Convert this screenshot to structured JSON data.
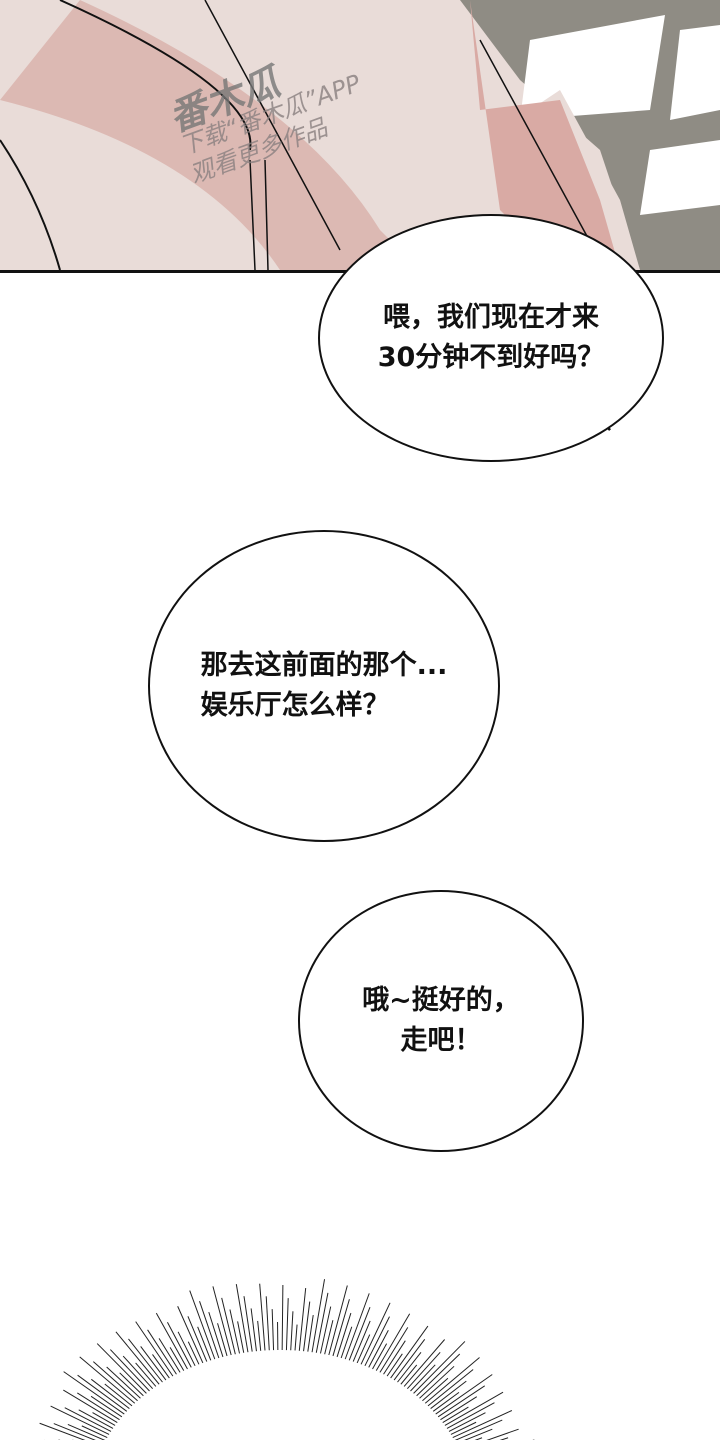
{
  "watermark": {
    "logo": "番木瓜",
    "line1": "下载“番木瓜”APP",
    "line2": "观看更多作品"
  },
  "bubbles": [
    {
      "line1": "喂，我们现在才来",
      "line2": "30分钟不到好吗？"
    },
    {
      "line1": "那去这前面的那个...",
      "line2": "娱乐厅怎么样？"
    },
    {
      "line1": "哦~挺好的，",
      "line2": "走吧！"
    }
  ]
}
